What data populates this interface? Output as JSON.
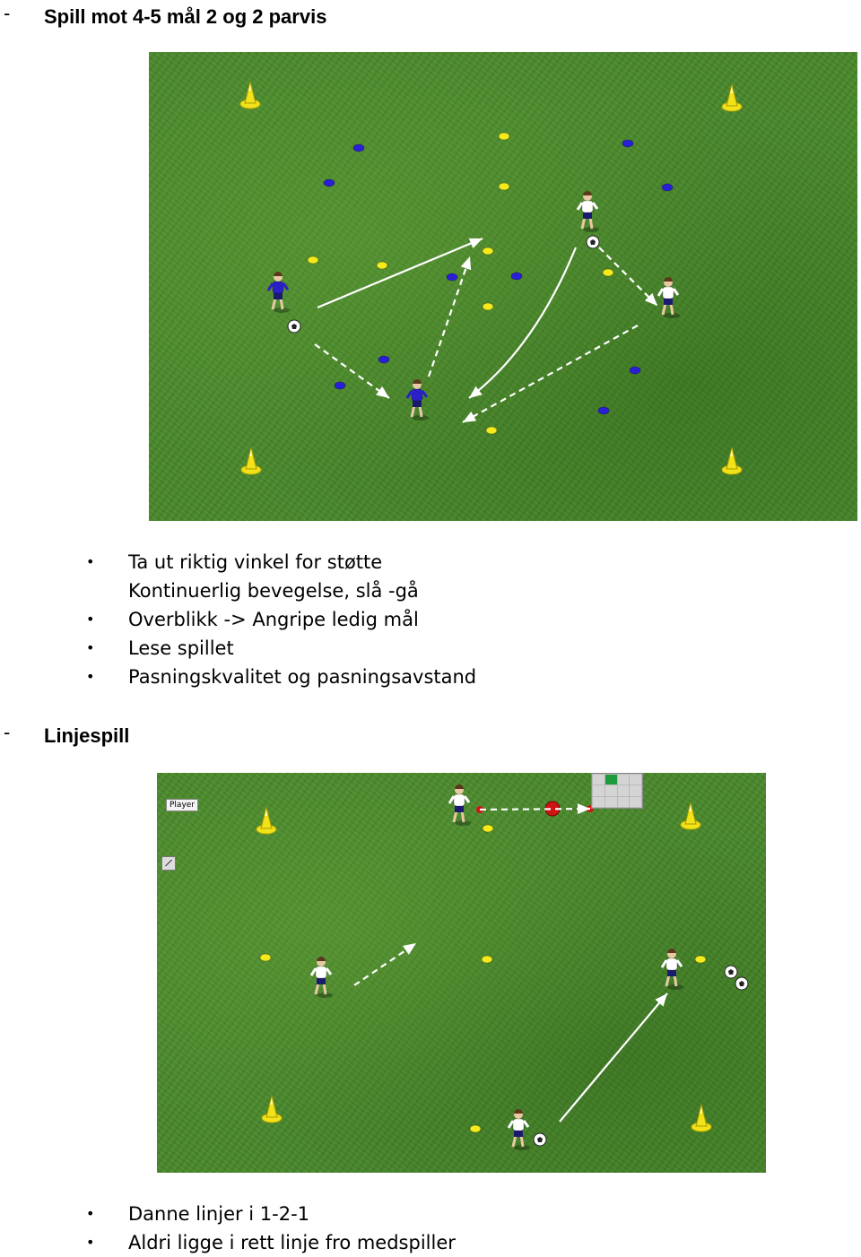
{
  "sections": [
    {
      "dash": "-",
      "title": "Spill mot 4-5 mål 2 og 2 parvis",
      "bullets": [
        {
          "marker": "•",
          "text": "Ta ut riktig vinkel for støtte"
        },
        {
          "marker": "",
          "text": "Kontinuerlig bevegelse, slå -gå"
        },
        {
          "marker": "•",
          "text": "Overblikk -> Angripe ledig mål"
        },
        {
          "marker": "•",
          "text": "Lese spillet"
        },
        {
          "marker": "•",
          "text": "Pasningskvalitet og pasningsavstand"
        }
      ]
    },
    {
      "dash": "-",
      "title": "Linjespill",
      "field_label": "Player",
      "bullets": [
        {
          "marker": "•",
          "text": "Danne linjer i 1-2-1"
        },
        {
          "marker": "•",
          "text": "Aldri ligge i rett linje fro medspiller"
        }
      ]
    }
  ],
  "colors": {
    "grass": "#4a8a2c",
    "cone": "#f2e21a",
    "yellow_marker": "#f4ea1c",
    "blue_marker": "#2a1fd8",
    "blue_kit": "#2a20c8",
    "white_kit": "#ffffff",
    "shorts": "#1b1b6e",
    "arrow": "#ffffff",
    "red_marker": "#d01414"
  },
  "icons": [
    "cone-icon",
    "ball-icon",
    "player-icon",
    "arrow-icon",
    "marker-disc-icon",
    "draw-tool-icon",
    "palette-icon"
  ]
}
